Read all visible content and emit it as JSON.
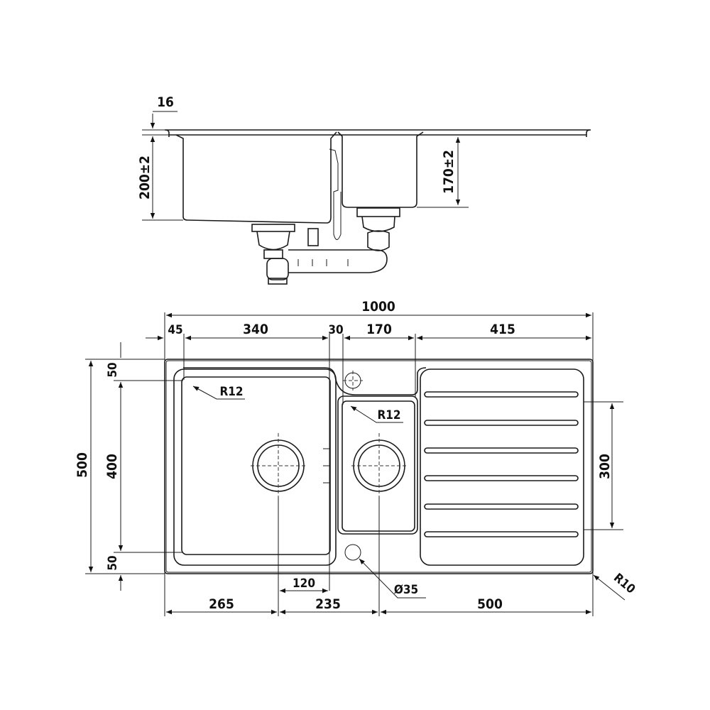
{
  "side_view": {
    "rim_thickness": "16",
    "large_bowl_depth": "200±2",
    "small_bowl_depth": "170±2"
  },
  "plan_view": {
    "overall_width": "1000",
    "left_margin": "45",
    "large_bowl_width": "340",
    "bowl_gap": "30",
    "small_bowl_width": "170",
    "drainer_width": "415",
    "overall_depth": "500",
    "bowl_depth": "400",
    "top_margin": "50",
    "bottom_margin": "50",
    "drainer_depth": "300",
    "large_bowl_radius": "R12",
    "small_bowl_radius": "R12",
    "overflow_diameter": "Ø35",
    "corner_radius": "R10",
    "drain_spacing": "120",
    "large_drain_offset": "265",
    "drain_to_drain": "235",
    "small_drain_to_edge": "500"
  },
  "colors": {
    "line": "#1a1a1a",
    "background": "#ffffff"
  }
}
